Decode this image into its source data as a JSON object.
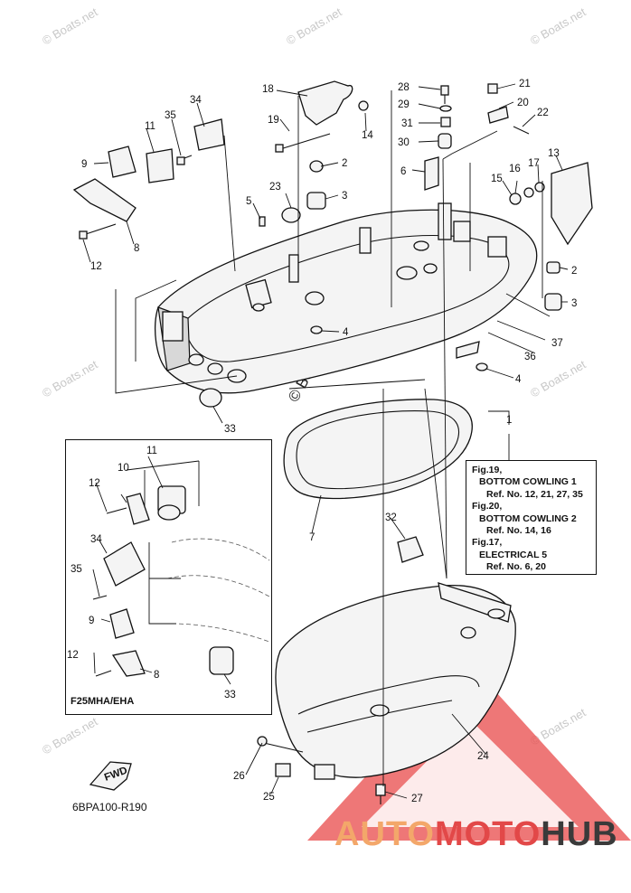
{
  "watermark": {
    "text": "© Boats.net"
  },
  "diagram": {
    "callouts": [
      "1",
      "2",
      "3",
      "4",
      "5",
      "6",
      "7",
      "8",
      "9",
      "10",
      "11",
      "12",
      "13",
      "14",
      "15",
      "16",
      "17",
      "18",
      "19",
      "20",
      "21",
      "22",
      "23",
      "24",
      "25",
      "26",
      "27",
      "28",
      "29",
      "30",
      "31",
      "32",
      "33",
      "34",
      "35",
      "36",
      "37"
    ]
  },
  "note": {
    "lines": [
      {
        "text": "Fig.19,",
        "indent": 0
      },
      {
        "text": "BOTTOM COWLING 1",
        "indent": 1
      },
      {
        "text": "Ref. No. 12, 21, 27, 35",
        "indent": 2
      },
      {
        "text": "Fig.20,",
        "indent": 0
      },
      {
        "text": "BOTTOM COWLING 2",
        "indent": 1
      },
      {
        "text": "Ref. No. 14, 16",
        "indent": 2
      },
      {
        "text": "Fig.17,",
        "indent": 0
      },
      {
        "text": "ELECTRICAL 5",
        "indent": 1
      },
      {
        "text": "Ref. No. 6, 20",
        "indent": 2
      }
    ]
  },
  "inset": {
    "label": "F25MHA/EHA"
  },
  "fwd_label": "FWD",
  "drawing_code": "6BPA100-R190",
  "brand": {
    "part1": "AUTO",
    "part2": "MOTO",
    "part3": "HUB",
    "colors": {
      "auto": "#f3a76a",
      "moto": "#e24848",
      "hub": "#3a3a3a",
      "triangle": "#e84a4a"
    }
  }
}
